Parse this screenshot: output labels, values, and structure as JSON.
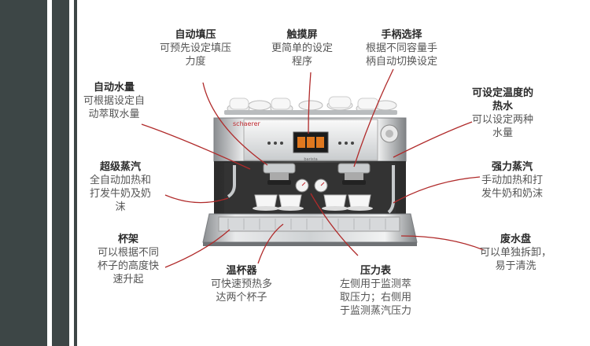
{
  "annotations": {
    "auto_tamp": {
      "title": "自动填压",
      "lines": [
        "可预先设定填压",
        "力度"
      ]
    },
    "touch": {
      "title": "触摸屏",
      "lines": [
        "更简单的设定",
        "程序"
      ]
    },
    "handle": {
      "title": "手柄选择",
      "lines": [
        "根据不同容量手",
        "柄自动切换设定"
      ]
    },
    "water": {
      "title": "自动水量",
      "lines": [
        "可根据设定自",
        "动萃取水量"
      ]
    },
    "temp": {
      "title": "可设定温度的",
      "lines": [
        "热水",
        "可以设定两种",
        "水量"
      ]
    },
    "super_steam": {
      "title": "超级蒸汽",
      "lines": [
        "全自动加热和",
        "打发牛奶及奶",
        "沫"
      ]
    },
    "power_steam": {
      "title": "强力蒸汽",
      "lines": [
        "手动加热和打",
        "发牛奶和奶沫"
      ]
    },
    "rack": {
      "title": "杯架",
      "lines": [
        "可以根据不同",
        "杯子的高度快",
        "速升起"
      ]
    },
    "warmer": {
      "title": "温杯器",
      "lines": [
        "可快速预热多",
        "达两个杯子"
      ]
    },
    "gauge": {
      "title": "压力表",
      "lines": [
        "左侧用于监测萃",
        "取压力；右侧用",
        "于监测蒸汽压力"
      ]
    },
    "drip": {
      "title": "废水盘",
      "lines": [
        "可以单独拆卸，",
        "易于清洗"
      ]
    }
  },
  "machine": {
    "brand": "schaerer",
    "model": "barista"
  },
  "colors": {
    "stripe": "#3d4646",
    "leader": "#b02a2a",
    "accent": "#c0272d"
  }
}
